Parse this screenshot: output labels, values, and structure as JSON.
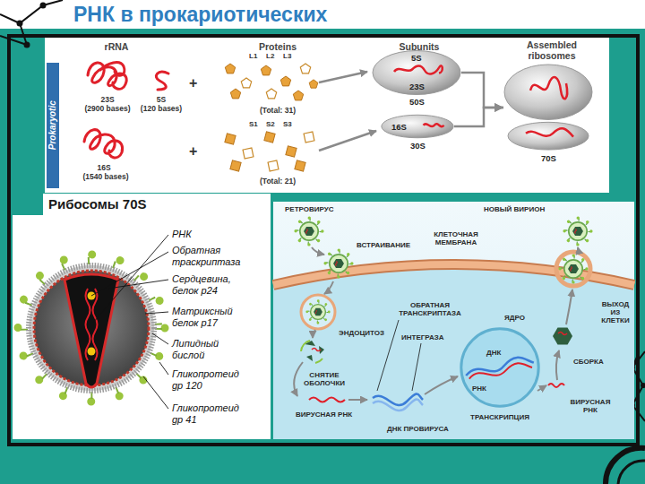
{
  "diagram": {
    "title": "РНК в прокариотических",
    "nodes": [
      {
        "text": [
          "5S",
          "23S",
          "50S"
        ]
      },
      {
        "text": [
          "16S",
          "30S"
        ]
      },
      {
        "text": [
          "70S"
        ]
      },
      {
        "text": [
          "Рибосомы 70S"
        ]
      },
      {
        "text": [
          "ЯДРО",
          "ДНК",
          "РНК"
        ]
      }
    ],
    "edges": [
      {
        "from": 0,
        "to": 2,
        "arrow": "to"
      },
      {
        "from": 1,
        "to": 2,
        "arrow": "to"
      }
    ],
    "labels": [
      "rRNA",
      "Proteins",
      "Subunits",
      "Assembled ribosomes",
      "Prokaryotic",
      "23S",
      "(2900 bases)",
      "5S",
      "(120 bases)",
      "+",
      "L1",
      "L2",
      "L3",
      "(Total: 31)",
      "16S",
      "(1540 bases)",
      "+",
      "S1",
      "S2",
      "S3",
      "(Total: 21)",
      "РНК",
      "Обратная траскриптаза",
      "Сердцевина, белок p24",
      "Матриксный белок p17",
      "Липидный бислой",
      "Гликопротеид gp 120",
      "Гликопротеид gp 41",
      "РЕТРОВИРУС",
      "НОВЫЙ ВИРИОН",
      "ВСТРАИВАНИЕ",
      "КЛЕТОЧНАЯ МЕМБРАНА",
      "ВЫХОД ИЗ КЛЕТКИ",
      "ЭНДОЦИТОЗ",
      "ОБРАТНАЯ ТРАНСКРИПТАЗА",
      "ИНТЕГРАЗА",
      "СБОРКА",
      "СНЯТИЕ ОБОЛОЧКИ",
      "ВИРУСНАЯ РНК",
      "ВИРУСНАЯ РНК",
      "ДНК ПРОВИРУСА",
      "ТРАНСКРИПЦИЯ"
    ]
  }
}
